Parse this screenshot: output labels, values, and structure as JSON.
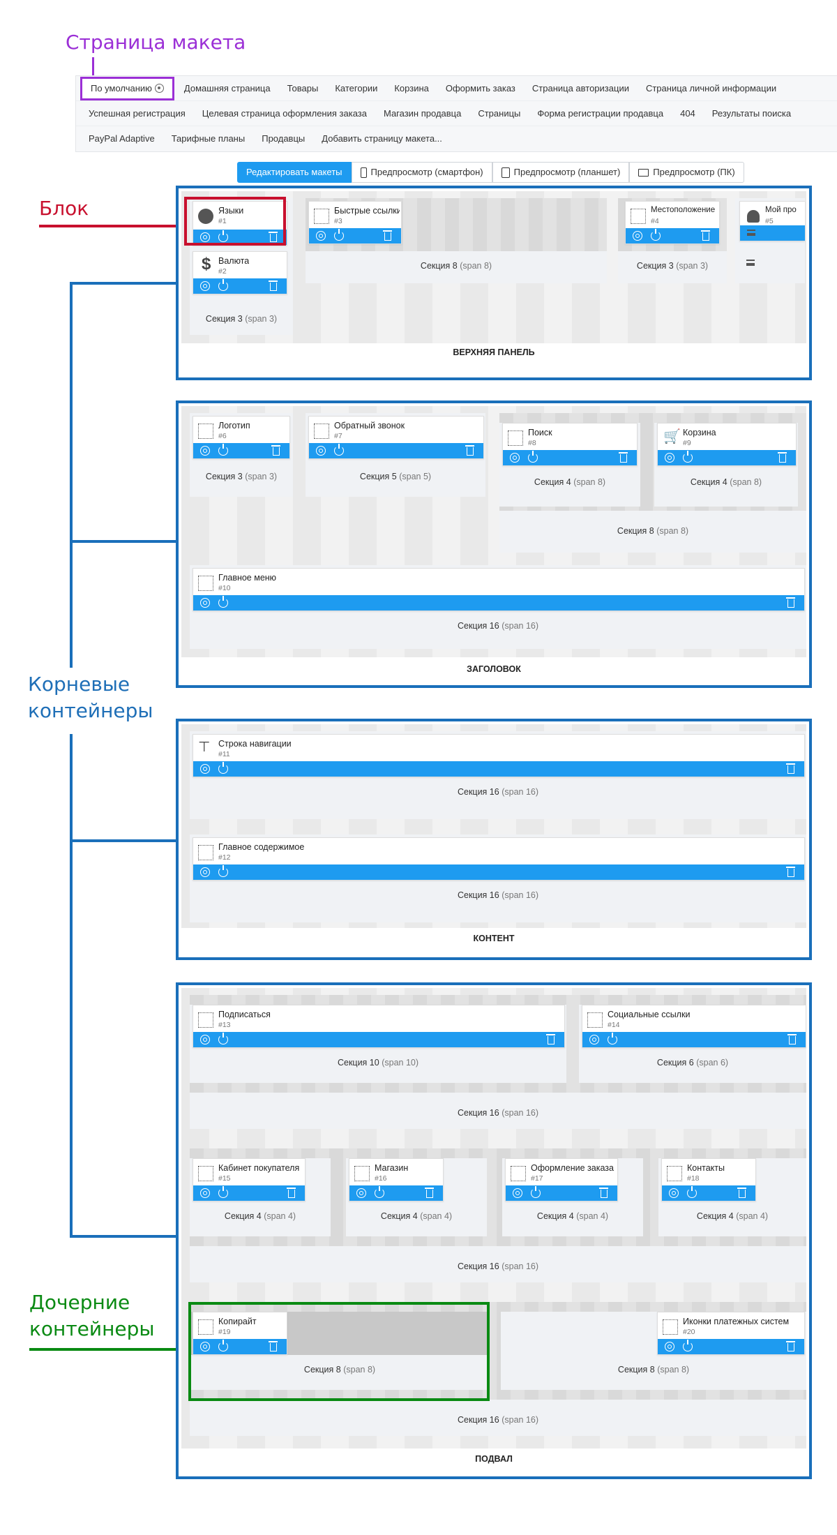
{
  "annotations": {
    "layout_page": "Страница макета",
    "block": "Блок",
    "root_containers_1": "Корневые",
    "root_containers_2": "контейнеры",
    "child_containers_1": "Дочерние",
    "child_containers_2": "контейнеры"
  },
  "page_tabs": {
    "row1": [
      "По умолчанию",
      "Домашняя страница",
      "Товары",
      "Категории",
      "Корзина",
      "Оформить заказ",
      "Страница авторизации",
      "Страница личной информации"
    ],
    "row2": [
      "Успешная регистрация",
      "Целевая страница оформления заказа",
      "Магазин продавца",
      "Страницы",
      "Форма регистрации продавца",
      "404",
      "Результаты поиска"
    ],
    "row3": [
      "PayPal Adaptive",
      "Тарифные планы",
      "Продавцы",
      "Добавить страницу макета..."
    ]
  },
  "modes": {
    "edit": "Редактировать макеты",
    "phone": "Предпросмотр (смартфон)",
    "tablet": "Предпросмотр (планшет)",
    "pc": "Предпросмотр (ПК)"
  },
  "roots": {
    "top_panel": "ВЕРХНЯЯ ПАНЕЛЬ",
    "header": "ЗАГОЛОВОК",
    "content": "КОНТЕНТ",
    "footer": "ПОДВАЛ"
  },
  "blocks": {
    "b1": {
      "name": "Языки",
      "num": "#1"
    },
    "b2": {
      "name": "Валюта",
      "num": "#2"
    },
    "b3": {
      "name": "Быстрые ссылки",
      "num": "#3"
    },
    "b4": {
      "name": "Местоположение п",
      "num": "#4"
    },
    "b5": {
      "name": "Мой про",
      "num": "#5"
    },
    "b6": {
      "name": "Логотип",
      "num": "#6"
    },
    "b7": {
      "name": "Обратный звонок",
      "num": "#7"
    },
    "b8": {
      "name": "Поиск",
      "num": "#8"
    },
    "b9": {
      "name": "Корзина",
      "num": "#9"
    },
    "b10": {
      "name": "Главное меню",
      "num": "#10"
    },
    "b11": {
      "name": "Строка навигации",
      "num": "#11"
    },
    "b12": {
      "name": "Главное содержимое",
      "num": "#12"
    },
    "b13": {
      "name": "Подписаться",
      "num": "#13"
    },
    "b14": {
      "name": "Социальные ссылки",
      "num": "#14"
    },
    "b15": {
      "name": "Кабинет покупателя",
      "num": "#15"
    },
    "b16": {
      "name": "Магазин",
      "num": "#16"
    },
    "b17": {
      "name": "Оформление заказа",
      "num": "#17"
    },
    "b18": {
      "name": "Контакты",
      "num": "#18"
    },
    "b19": {
      "name": "Копирайт",
      "num": "#19"
    },
    "b20": {
      "name": "Иконки платежных систем",
      "num": "#20"
    }
  },
  "sections": {
    "s3": "Секция 3",
    "s3_span": "(span 3)",
    "s4": "Секция 4",
    "s4_span": "(span 4)",
    "s4b_span": "(span 8)",
    "s5": "Секция 5",
    "s5_span": "(span 5)",
    "s6": "Секция 6",
    "s6_span": "(span 6)",
    "s8": "Секция 8",
    "s8_span": "(span 8)",
    "s10": "Секция 10",
    "s10_span": "(span 10)",
    "s16": "Секция 16",
    "s16_span": "(span 16)"
  },
  "colors": {
    "accent": "#1e9bf0",
    "root_border": "#1a6fba",
    "purple": "#9b2fd6",
    "red": "#c8102e",
    "green": "#0a8a13"
  }
}
